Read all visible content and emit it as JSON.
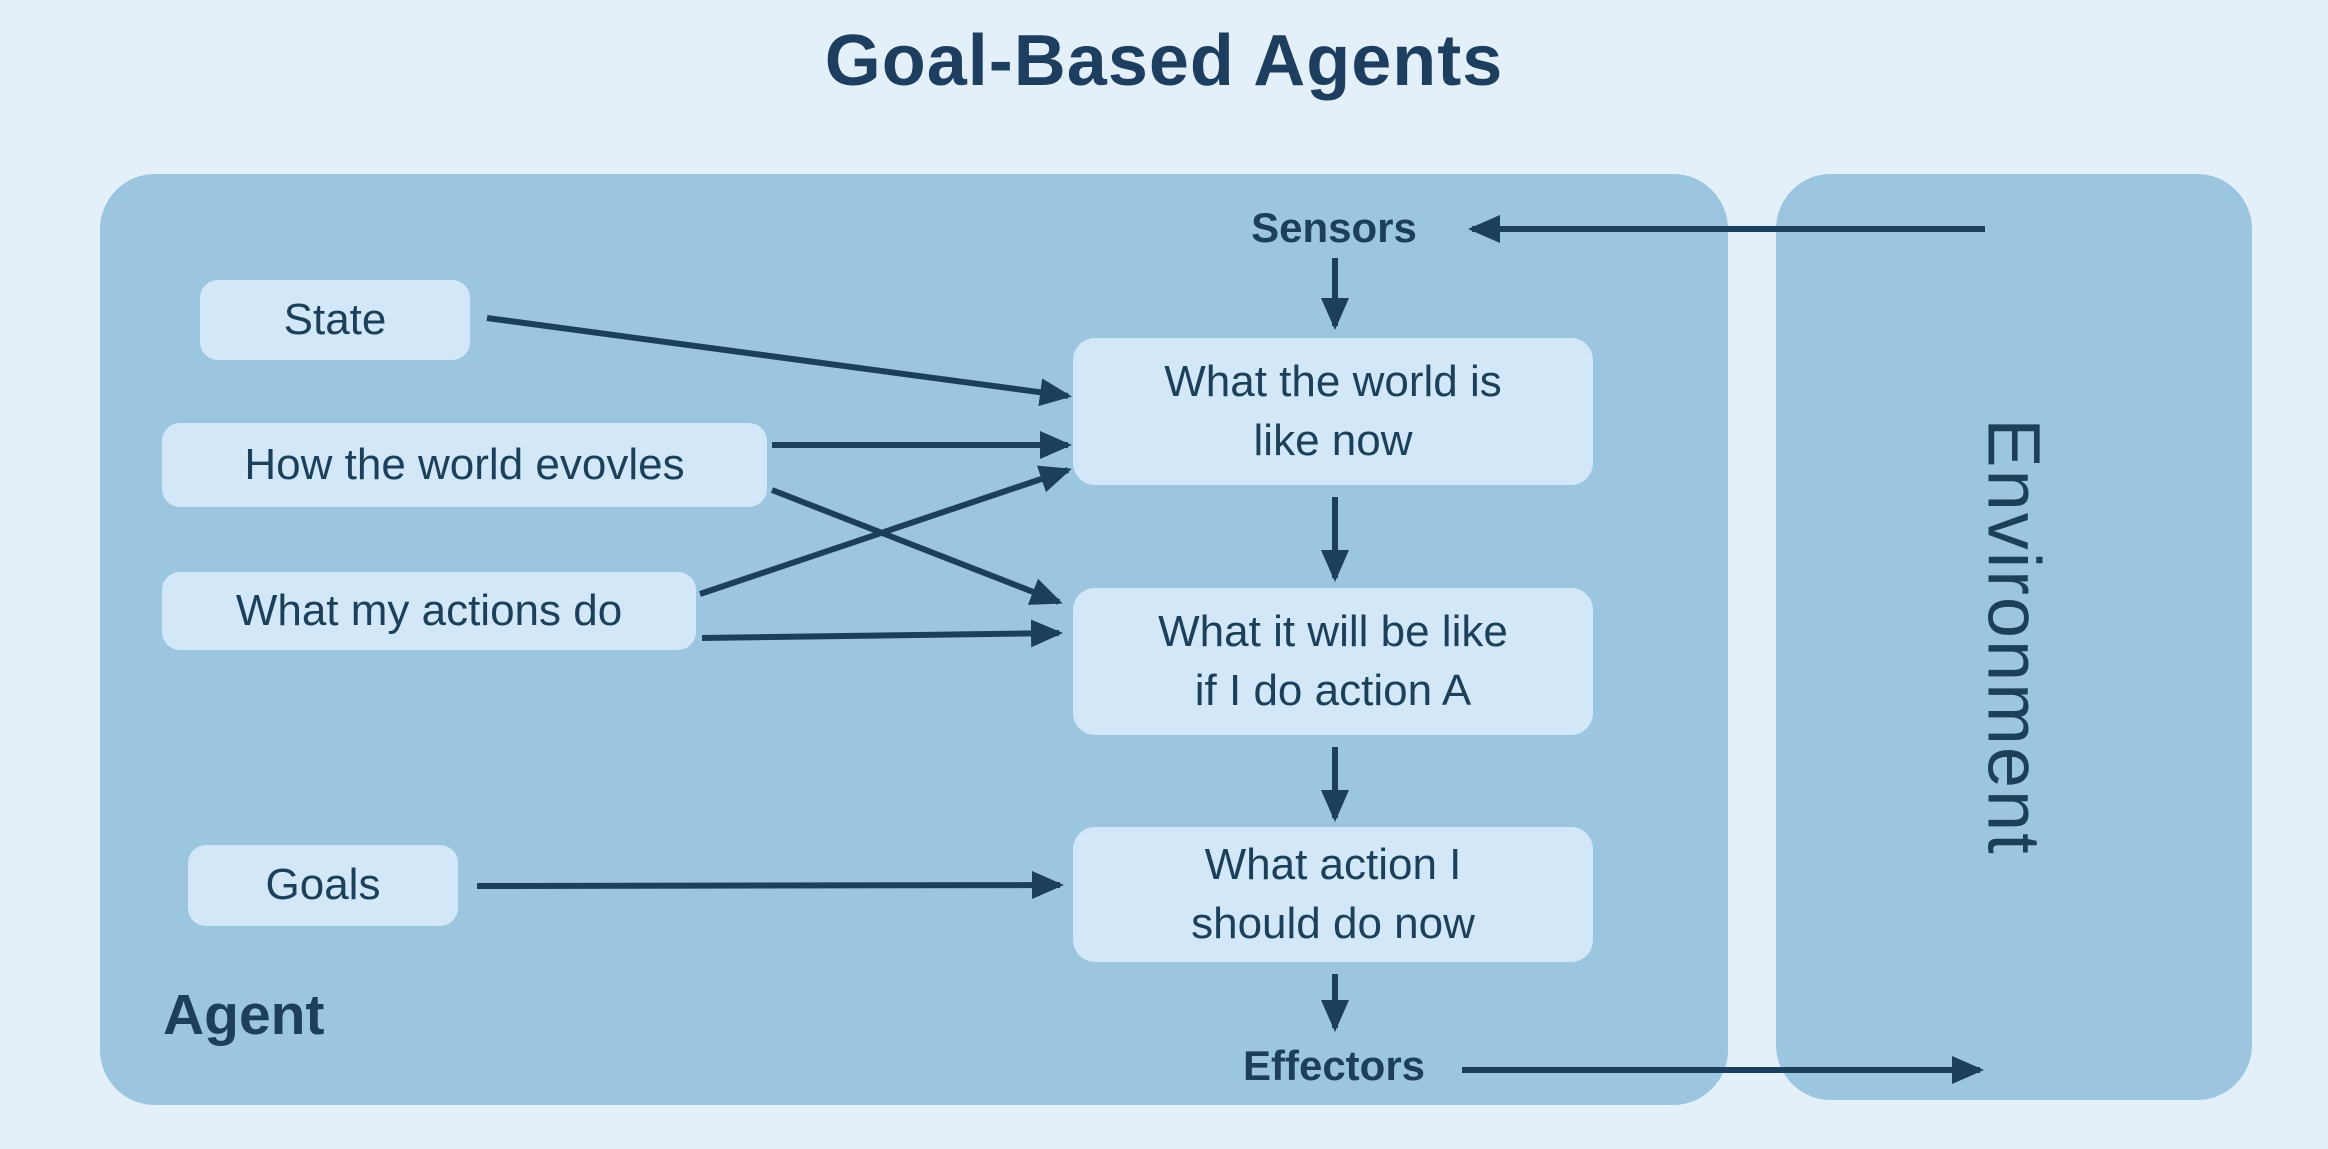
{
  "title": "Goal-Based Agents",
  "colors": {
    "background": "#e3f0fa",
    "container_fill": "#9cc5e0",
    "node_fill": "#d2e8f9",
    "ink_navy": "#1c3f5e"
  },
  "containers": {
    "agent_label": "Agent",
    "environment_label": "Environment"
  },
  "io": {
    "sensors_label": "Sensors",
    "effectors_label": "Effectors"
  },
  "nodes": [
    {
      "id": "state",
      "label": "State"
    },
    {
      "id": "evolves",
      "label": "How the world evovles"
    },
    {
      "id": "actions",
      "label": "What my actions do"
    },
    {
      "id": "goals",
      "label": "Goals"
    },
    {
      "id": "world-now",
      "label": "What the world is\nlike now"
    },
    {
      "id": "action-a",
      "label": "What it will be like\nif I do action A"
    },
    {
      "id": "should-do",
      "label": "What action I\nshould do now"
    }
  ],
  "edges": [
    {
      "id": "environment-to-sensors",
      "from": "environment",
      "to": "sensors"
    },
    {
      "id": "sensors-to-world-now",
      "from": "sensors",
      "to": "world-now"
    },
    {
      "id": "state-to-world-now",
      "from": "state",
      "to": "world-now"
    },
    {
      "id": "evolves-to-world-now",
      "from": "evolves",
      "to": "world-now"
    },
    {
      "id": "evolves-to-action-a",
      "from": "evolves",
      "to": "action-a"
    },
    {
      "id": "actions-to-world-now",
      "from": "actions",
      "to": "world-now"
    },
    {
      "id": "actions-to-action-a",
      "from": "actions",
      "to": "action-a"
    },
    {
      "id": "world-now-to-action-a",
      "from": "world-now",
      "to": "action-a"
    },
    {
      "id": "action-a-to-should-do",
      "from": "action-a",
      "to": "should-do"
    },
    {
      "id": "goals-to-should-do",
      "from": "goals",
      "to": "should-do"
    },
    {
      "id": "should-do-to-effectors",
      "from": "should-do",
      "to": "effectors"
    },
    {
      "id": "effectors-to-environment",
      "from": "effectors",
      "to": "environment"
    }
  ]
}
